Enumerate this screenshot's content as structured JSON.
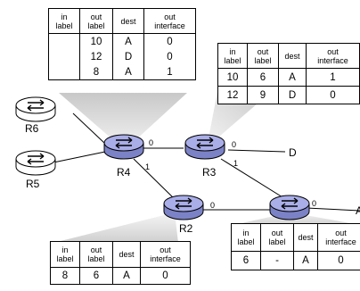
{
  "nodes": {
    "r4": "R4",
    "r3": "R3",
    "r2": "R2",
    "r5": "R5",
    "r6": "R6",
    "d": "D",
    "a": "A"
  },
  "interfaces": {
    "r4_to_r3": "0",
    "r4_to_r2": "1",
    "r3_to_d": "0",
    "r3_to_right_router": "1",
    "r2_to_right_router": "0",
    "right_router_to_a": "0"
  },
  "headers": {
    "in_label": "in\nlabel",
    "out_label": "out\nlabel",
    "dest": "dest",
    "out_interface": "out\ninterface"
  },
  "tables": {
    "r4": [
      {
        "in": "",
        "out": "10",
        "dest": "A",
        "iface": "0"
      },
      {
        "in": "",
        "out": "12",
        "dest": "D",
        "iface": "0"
      },
      {
        "in": "",
        "out": "8",
        "dest": "A",
        "iface": "1"
      }
    ],
    "r3": [
      {
        "in": "10",
        "out": "6",
        "dest": "A",
        "iface": "1"
      },
      {
        "in": "12",
        "out": "9",
        "dest": "D",
        "iface": "0"
      }
    ],
    "r2": [
      {
        "in": "8",
        "out": "6",
        "dest": "A",
        "iface": "0"
      }
    ],
    "right_router": [
      {
        "in": "6",
        "out": "-",
        "dest": "A",
        "iface": "0"
      }
    ]
  },
  "colors": {
    "router_mpls": "#a9aee8",
    "router_mpls_side": "#7c82c6",
    "router_plain": "#ffffff",
    "callout": "#d8d8d8"
  }
}
